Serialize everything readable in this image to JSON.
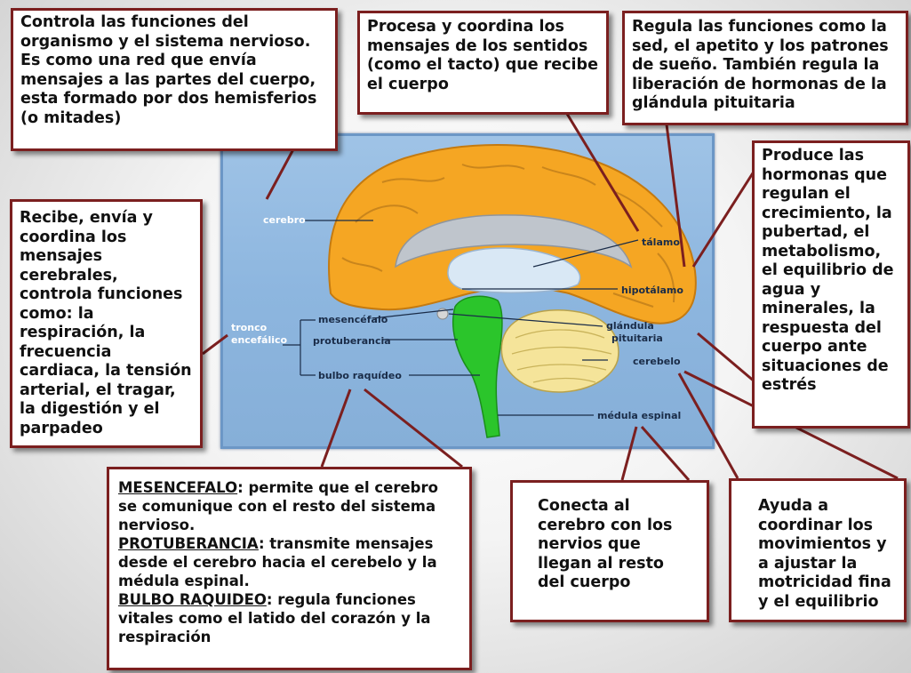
{
  "colors": {
    "callout_border": "#7b1f1f",
    "cerebrum": "#f5a623",
    "cerebellum": "#f5e49a",
    "brainstem": "#2bc52b",
    "thalamus": "#d9e8f5",
    "panel": "#8db6df"
  },
  "callouts": {
    "cerebro": "Controla las funciones del organismo y el sistema nervioso. Es como una red que envía mensajes a las partes del cuerpo, esta formado por dos hemisferios (o mitades)",
    "talamo": "Procesa y coordina los mensajes de los sentidos (como el tacto) que recibe el cuerpo",
    "hipotalamo": "Regula las funciones como la sed, el apetito y los patrones de sueño. También regula la liberación de hormonas de la glándula pituitaria",
    "pituitaria": "Produce las hormonas que regulan el crecimiento, la pubertad, el metabolismo, el equilibrio de agua y minerales, la respuesta del cuerpo ante situaciones de estrés",
    "tronco": "Recibe, envía y coordina los mensajes cerebrales, controla funciones como: la respiración, la frecuencia cardiaca, la tensión arterial, el tragar, la digestión y el parpadeo",
    "medula": "Conecta al cerebro con los nervios que llegan al resto del cuerpo",
    "cerebelo": "Ayuda a coordinar  los movimientos y a ajustar la motricidad fina y el equilibrio",
    "partes": {
      "mesencefalo_term": "MESENCEFALO",
      "mesencefalo_text": ": permite que el cerebro se comunique con el resto del sistema nervioso.",
      "protuberancia_term": "PROTUBERANCIA",
      "protuberancia_text": ": transmite mensajes desde el cerebro hacia el cerebelo y la médula espinal.",
      "bulbo_term": "BULBO RAQUIDEO",
      "bulbo_text": ": regula funciones vitales como el latido del corazón y la respiración"
    }
  },
  "labels": {
    "cerebro": "cerebro",
    "talamo": "tálamo",
    "hipotalamo": "hipotálamo",
    "glandula_1": "glándula",
    "glandula_2": "pituitaria",
    "cerebelo": "cerebelo",
    "medula": "médula espinal",
    "tronco_1": "tronco",
    "tronco_2": "encefálico",
    "mesencefalo": "mesencéfalo",
    "protuberancia": "protuberancia",
    "bulbo": "bulbo raquídeo"
  }
}
